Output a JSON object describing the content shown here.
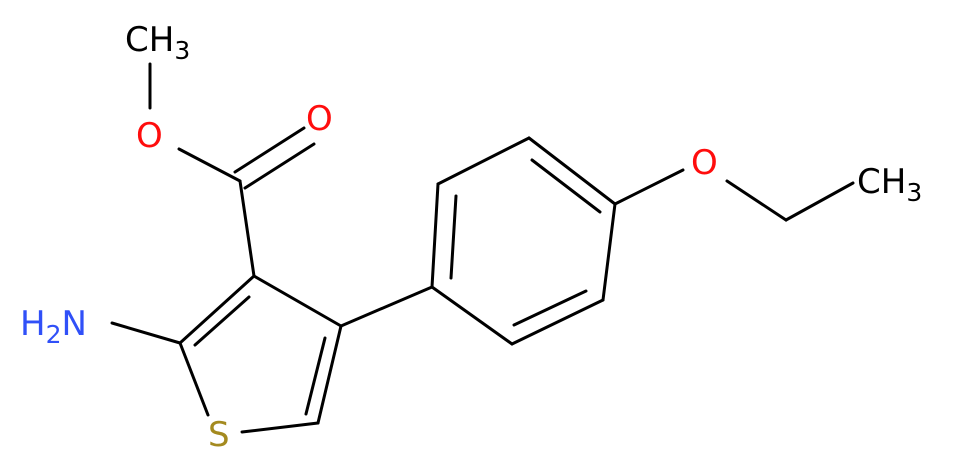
{
  "molecule": {
    "atoms": {
      "methyl_top": {
        "main": "CH",
        "sub": "3"
      },
      "ester_o": {
        "main": "O"
      },
      "carbonyl_o": {
        "main": "O"
      },
      "ether_o": {
        "main": "O"
      },
      "ethyl_ch3": {
        "main": "CH",
        "sub": "3"
      },
      "amine": {
        "main": "H",
        "sub": "2",
        "tail": "N"
      },
      "sulfur": {
        "main": "S"
      }
    },
    "colors": {
      "bond": "#000000",
      "carbon": "#000000",
      "oxygen": "#ff0d0d",
      "nitrogen": "#3050f8",
      "sulfur": "#a48a1f"
    }
  }
}
